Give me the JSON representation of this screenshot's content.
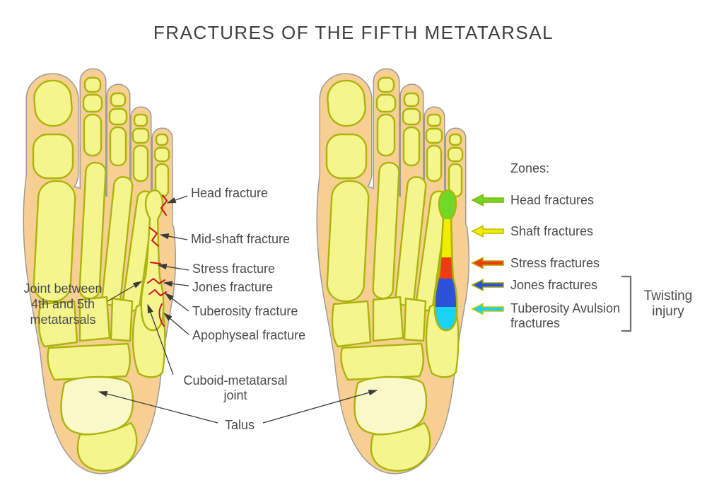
{
  "title": "FRACTURES OF THE FIFTH METATARSAL",
  "annotations": {
    "head": "Head fracture",
    "mid_shaft": "Mid-shaft fracture",
    "stress": "Stress fracture",
    "jones": "Jones fracture",
    "tuberosity": "Tuberosity fracture",
    "apophyseal": "Apophyseal fracture",
    "joint_4_5": "Joint between\n4th and 5th\nmetatarsals",
    "cuboid_joint": "Cuboid-metatarsal\njoint",
    "talus": "Talus"
  },
  "legend": {
    "heading": "Zones:",
    "items": [
      {
        "id": "head",
        "label": "Head fractures",
        "color": "#70d828"
      },
      {
        "id": "shaft",
        "label": "Shaft fractures",
        "color": "#f2ec00"
      },
      {
        "id": "stress",
        "label": "Stress fractures",
        "color": "#ee3b12"
      },
      {
        "id": "jones",
        "label": "Jones fractures",
        "color": "#2c52da"
      },
      {
        "id": "tuberosity_avulsion",
        "label": "Tuberosity Avulsion\nfractures",
        "color": "#1ad2f2"
      }
    ],
    "bracket_label": "Twisting\ninjury"
  },
  "colors": {
    "skin": "#f7cf92",
    "skin_outline": "#9b9b9b",
    "bone": "#f5f58d",
    "bone_outline": "#abb40c",
    "talus_bone": "#f9f8c8",
    "fracture_line": "#cf1020"
  }
}
